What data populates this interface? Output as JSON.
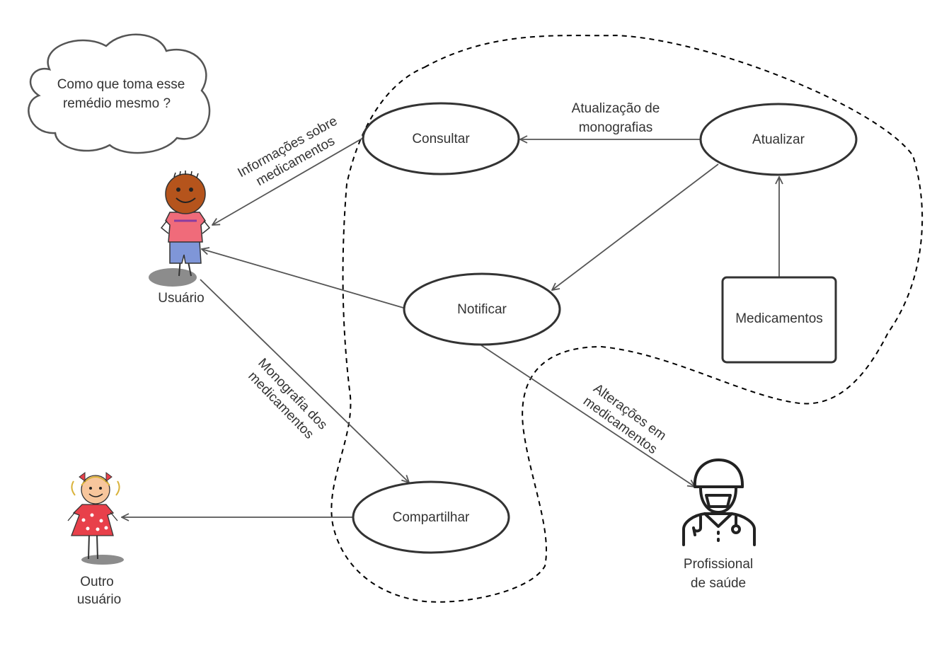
{
  "diagram": {
    "thought": [
      "Como que toma esse",
      "remédio mesmo ?"
    ],
    "actors": {
      "usuario": "Usuário",
      "outro_usuario": [
        "Outro",
        "usuário"
      ],
      "profissional": [
        "Profissional",
        "de saúde"
      ]
    },
    "use_cases": {
      "consultar": "Consultar",
      "atualizar": "Atualizar",
      "notificar": "Notificar",
      "compartilhar": "Compartilhar"
    },
    "entity": {
      "medicamentos": "Medicamentos"
    },
    "edge_labels": {
      "informacoes": [
        "Informações sobre",
        "medicamentos"
      ],
      "atualizacao": [
        "Atualização de",
        "monografias"
      ],
      "monografia": [
        "Monografia dos",
        "medicamentos"
      ],
      "alteracoes": [
        "Alterações em",
        "medicamentos"
      ]
    },
    "colors": {
      "line": "#555555",
      "boy_skin": "#b5541c",
      "boy_shirt": "#f06b7a",
      "boy_shorts": "#7f96d8",
      "girl_dress": "#e8404a",
      "shadow": "#8c8c8c"
    }
  }
}
